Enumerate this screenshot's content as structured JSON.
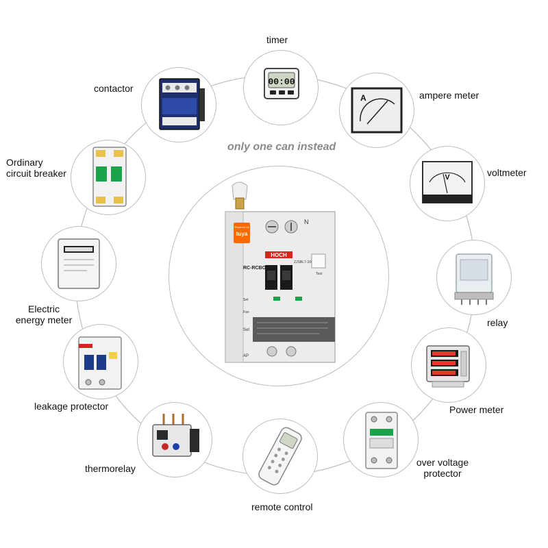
{
  "tagline": "only one can instead",
  "center_device": {
    "brand": "HOCH",
    "model": "ZJSBL7-100Z",
    "type_label": "RC-RCBO",
    "badge_top": "Powered by",
    "badge_brand": "tuya",
    "top_letter": "N",
    "side_label_set": "Set",
    "side_label_ap": "AP",
    "side_label_test": "Test",
    "side_label_fan": "Fan"
  },
  "devices": [
    {
      "id": "timer",
      "label": "timer",
      "icon": "timer-icon"
    },
    {
      "id": "ampere-meter",
      "label": "ampere meter",
      "icon": "ampere-meter-icon"
    },
    {
      "id": "voltmeter",
      "label": "voltmeter",
      "icon": "voltmeter-icon"
    },
    {
      "id": "relay",
      "label": "relay",
      "icon": "relay-icon"
    },
    {
      "id": "power-meter",
      "label": "Power meter",
      "icon": "power-meter-icon"
    },
    {
      "id": "over-voltage-protector",
      "label_lines": [
        "over voltage",
        "protector"
      ],
      "icon": "over-voltage-protector-icon"
    },
    {
      "id": "remote-control",
      "label": "remote control",
      "icon": "remote-control-icon"
    },
    {
      "id": "thermorelay",
      "label": "thermorelay",
      "icon": "thermorelay-icon"
    },
    {
      "id": "leakage-protector",
      "label": "leakage protector",
      "icon": "leakage-protector-icon"
    },
    {
      "id": "electric-energy-meter",
      "label_lines": [
        "Electric",
        "energy meter"
      ],
      "icon": "energy-meter-icon"
    },
    {
      "id": "ordinary-circuit-breaker",
      "label_lines": [
        "Ordinary",
        "circuit breaker"
      ],
      "icon": "circuit-breaker-icon"
    },
    {
      "id": "contactor",
      "label": "contactor",
      "icon": "contactor-icon"
    }
  ],
  "timer_display": "00:00",
  "ampere_meter_letter": "A",
  "voltmeter_letter": "V",
  "colors": {
    "ring": "#bdbdbd",
    "tagline": "#8a8a8a",
    "brand_red": "#d9231d",
    "tuya_orange": "#ff6a00",
    "breaker_green": "#1aa34a",
    "contactor_blue": "#1e3a8a"
  }
}
